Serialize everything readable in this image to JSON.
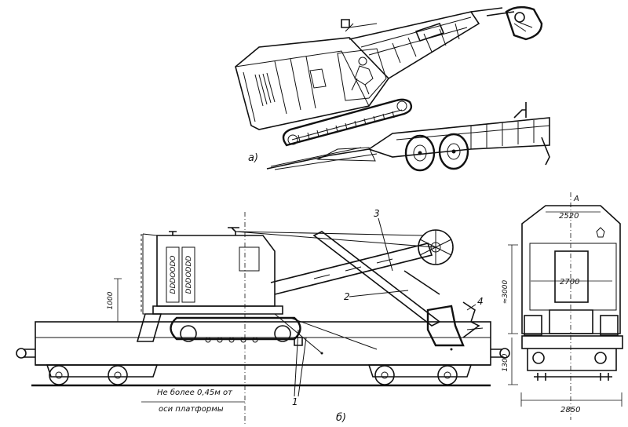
{
  "labels": {
    "view_a": "а)",
    "view_b": "б)",
    "callout_1": "1",
    "callout_2": "2",
    "callout_3": "3",
    "callout_4": "4",
    "cab_lettering_1": "DDDOODO",
    "cab_lettering_2": "DDDODDD",
    "note_line_1": "Не более  0,45м от",
    "note_line_2": "оси платформы",
    "section_mark": "А"
  },
  "dimensions": {
    "side_height": "1000",
    "top_width": "2520",
    "inner_width": "2700",
    "total_height": "≈3000",
    "platform_height": "1300",
    "base_width": "2850"
  }
}
